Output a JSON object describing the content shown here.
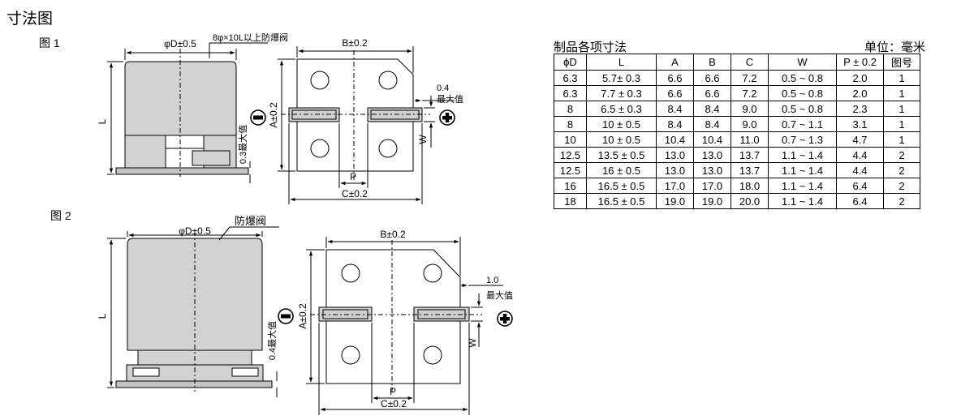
{
  "page_title": "寸法图",
  "fig1": {
    "label": "图 1",
    "dim_top_left": "φD±0.5",
    "vent_note": "8φ×10L以上防爆阀",
    "dim_top_right": "B±0.2",
    "dim_left": "L",
    "dim_height": "0.3最大值",
    "dim_a": "A±0.2",
    "dim_w": "W",
    "dim_p": "P",
    "dim_c": "C±0.2",
    "dim_max_value": "0.4",
    "max_label": "最大值"
  },
  "fig2": {
    "label": "图 2",
    "dim_top_left": "φD±0.5",
    "vent_note": "防爆阀",
    "dim_top_right": "B±0.2",
    "dim_left": "L",
    "dim_height": "0.4最大值",
    "dim_a": "A±0.2",
    "dim_w": "W",
    "dim_p": "P",
    "dim_c": "C±0.2",
    "dim_max_value": "1.0",
    "max_label": "最大值"
  },
  "table": {
    "caption": "制品各项寸法",
    "unit": "单位：毫米",
    "headers": [
      "ϕD",
      "L",
      "A",
      "B",
      "C",
      "W",
      "P ± 0.2",
      "图号"
    ],
    "rows": [
      [
        "6.3",
        "5.7± 0.3",
        "6.6",
        "6.6",
        "7.2",
        "0.5 ~ 0.8",
        "2.0",
        "1"
      ],
      [
        "6.3",
        "7.7 ± 0.3",
        "6.6",
        "6.6",
        "7.2",
        "0.5 ~ 0.8",
        "2.0",
        "1"
      ],
      [
        "8",
        "6.5 ± 0.3",
        "8.4",
        "8.4",
        "9.0",
        "0.5 ~ 0.8",
        "2.3",
        "1"
      ],
      [
        "8",
        "10 ± 0.5",
        "8.4",
        "8.4",
        "9.0",
        "0.7 ~ 1.1",
        "3.1",
        "1"
      ],
      [
        "10",
        "10 ± 0.5",
        "10.4",
        "10.4",
        "11.0",
        "0.7 ~ 1.3",
        "4.7",
        "1"
      ],
      [
        "12.5",
        "13.5 ± 0.5",
        "13.0",
        "13.0",
        "13.7",
        "1.1 ~ 1.4",
        "4.4",
        "2"
      ],
      [
        "12.5",
        "16 ± 0.5",
        "13.0",
        "13.0",
        "13.7",
        "1.1 ~ 1.4",
        "4.4",
        "2"
      ],
      [
        "16",
        "16.5 ± 0.5",
        "17.0",
        "17.0",
        "18.0",
        "1.1 ~ 1.4",
        "6.4",
        "2"
      ],
      [
        "18",
        "16.5 ± 0.5",
        "19.0",
        "19.0",
        "20.0",
        "1.1 ~ 1.4",
        "6.4",
        "2"
      ]
    ]
  }
}
